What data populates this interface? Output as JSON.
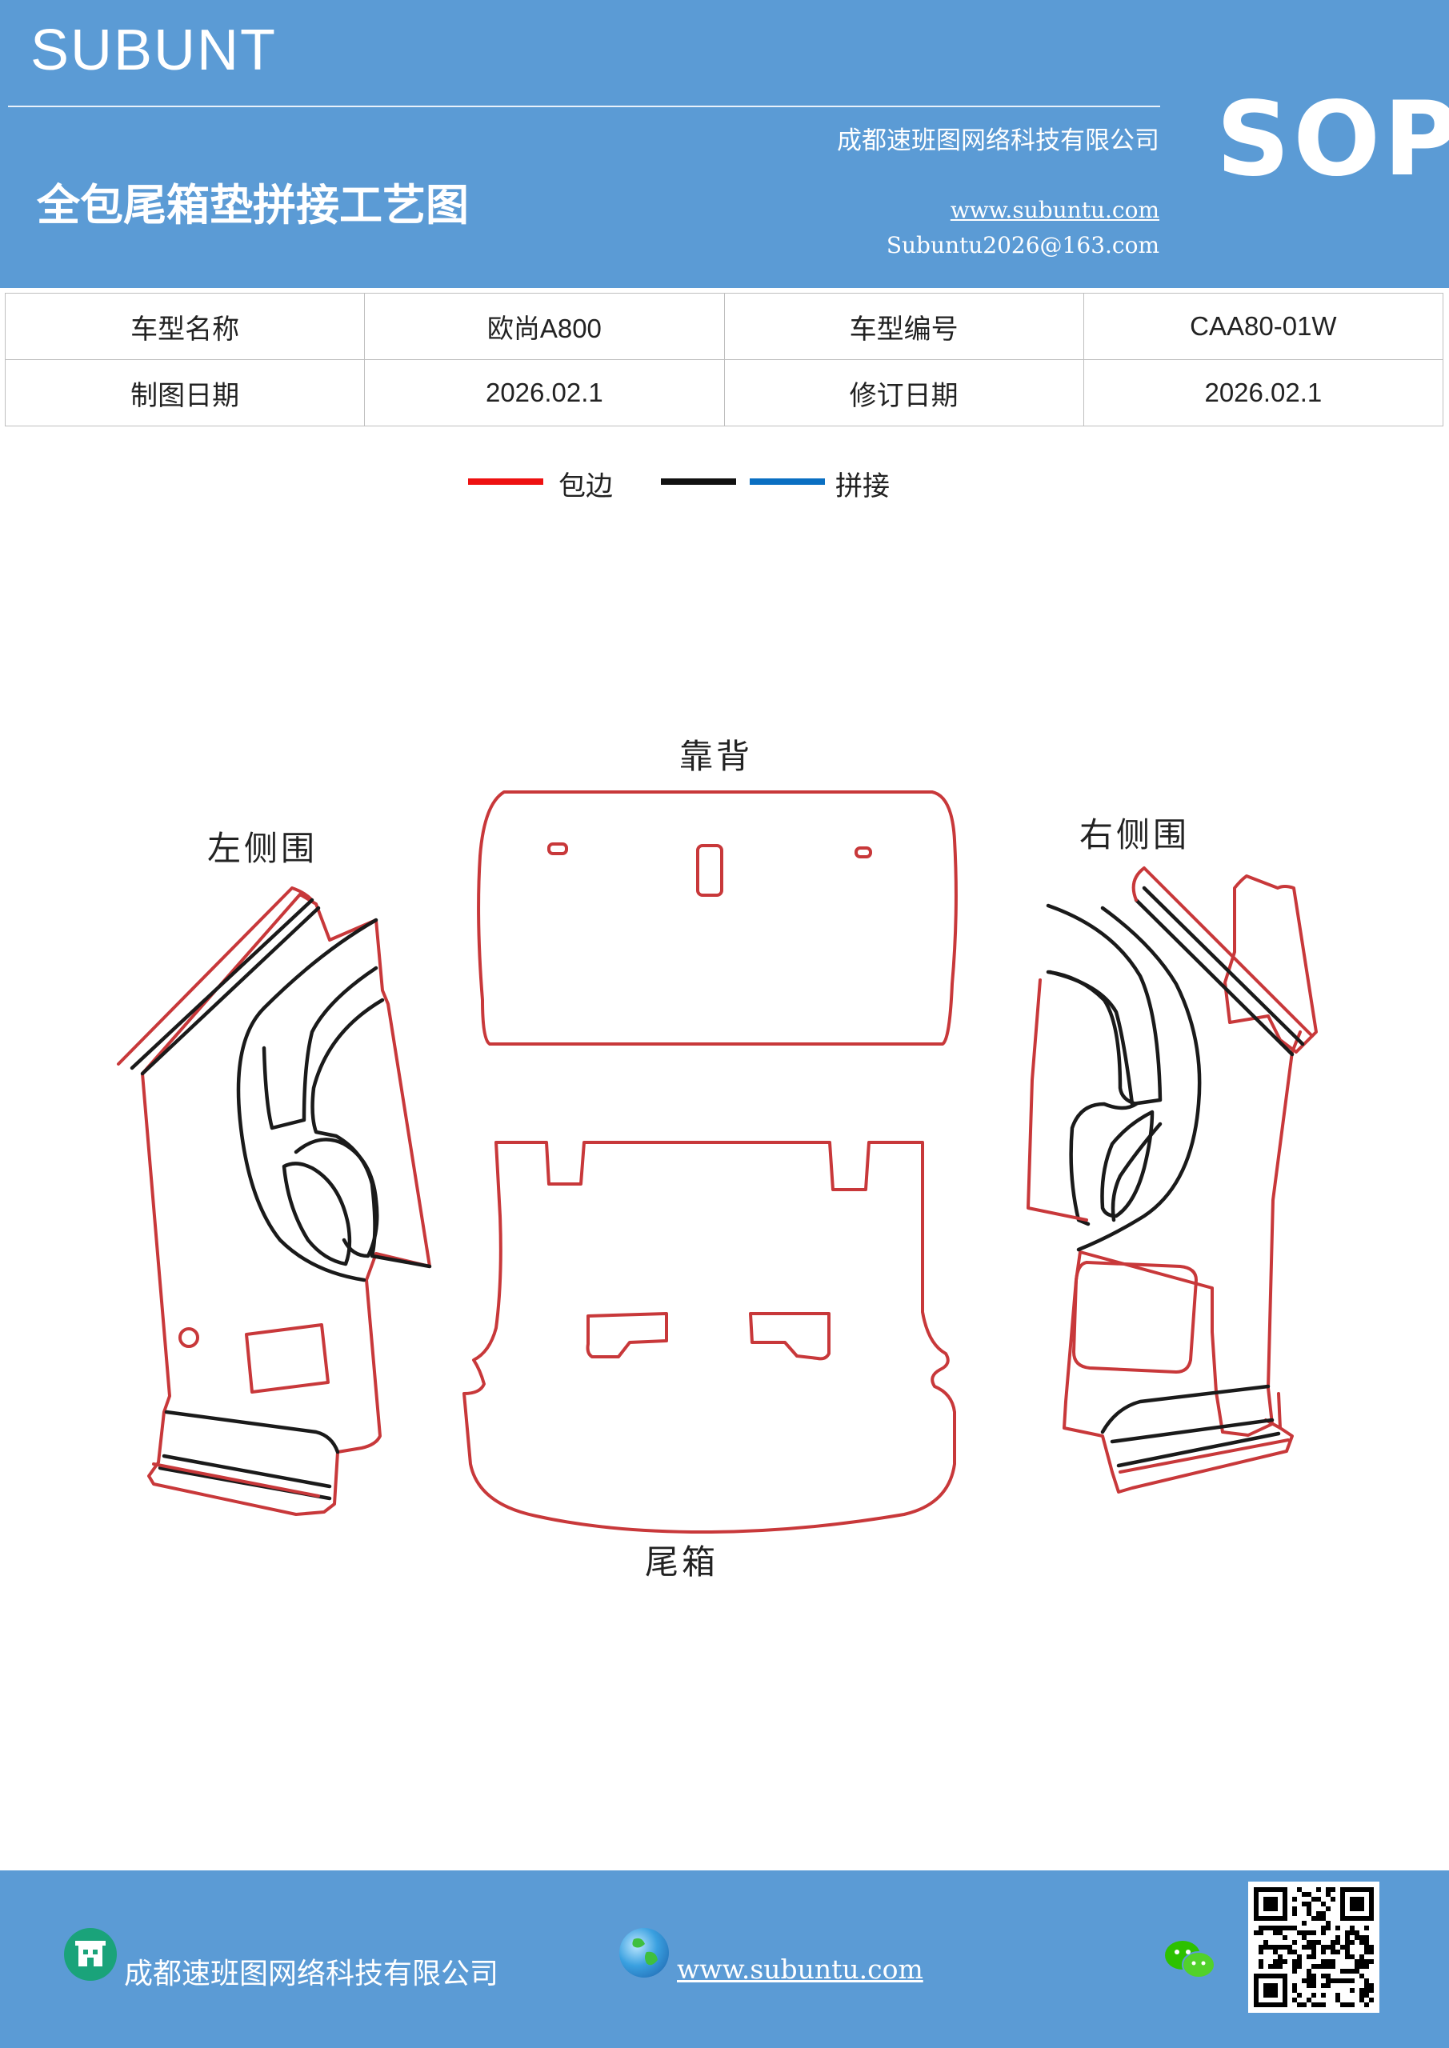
{
  "header": {
    "brand": "SUBUNT",
    "company": "成都速班图网络科技有限公司",
    "title": "全包尾箱垫拼接工艺图",
    "website": "www.subuntu.com",
    "email": "Subuntu2026@163.com",
    "badge": "SOP",
    "color": "#5b9bd5"
  },
  "info_table": {
    "rows": [
      [
        "车型名称",
        "欧尚A800",
        "车型编号",
        "CAA80-01W"
      ],
      [
        "制图日期",
        "2026.02.1",
        "修订日期",
        "2026.02.1"
      ]
    ]
  },
  "legend": {
    "items": [
      {
        "label": "包边",
        "colors": [
          "#ee1111"
        ]
      },
      {
        "label": "拼接",
        "colors": [
          "#111111",
          "#0a6fc2"
        ]
      }
    ]
  },
  "drawing": {
    "labels": {
      "backrest": "靠背",
      "left_side": "左侧围",
      "right_side": "右侧围",
      "trunk": "尾箱"
    },
    "colors": {
      "edge": "#c8383a",
      "seam": "#1a1a1a"
    }
  },
  "footer": {
    "company": "成都速班图网络科技有限公司",
    "website": "www.subuntu.com",
    "icons": [
      "building-icon",
      "globe-icon",
      "wechat-icon",
      "qr-code"
    ]
  }
}
